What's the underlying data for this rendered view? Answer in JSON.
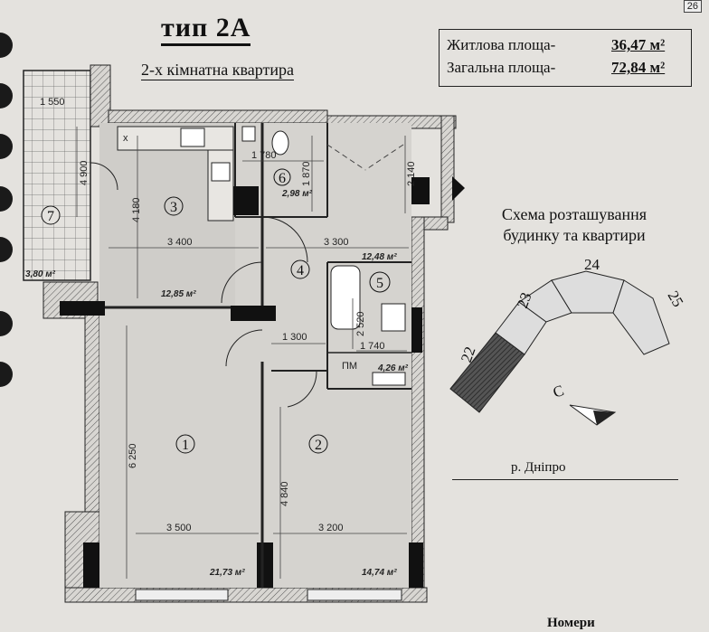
{
  "page_number": "26",
  "title": "тип 2А",
  "subtitle": "2-х кімнатна квартира",
  "areas": {
    "living_label": "Житлова площа-",
    "living_value": "36,47 м²",
    "total_label": "Загальна площа-",
    "total_value": "72,84 м²"
  },
  "rooms": [
    {
      "num": "1",
      "area": "21,73 м²"
    },
    {
      "num": "2",
      "area": "14,74 м²"
    },
    {
      "num": "3",
      "area": "12,85 м²"
    },
    {
      "num": "4",
      "area": "12,48 м²"
    },
    {
      "num": "5",
      "area": "4,26 м²"
    },
    {
      "num": "6",
      "area": "2,98 м²"
    },
    {
      "num": "7",
      "area": "3,80 м²"
    }
  ],
  "dimensions": [
    "1 550",
    "4 900",
    "4 180",
    "3 400",
    "3 300",
    "1 780",
    "1 870",
    "2 140",
    "1 300",
    "2 520",
    "1 740",
    "6 250",
    "4 840",
    "3 500",
    "3 200"
  ],
  "labels": {
    "pantry": "ПМ",
    "x_mark": "x"
  },
  "scheme": {
    "title_line1": "Схема розташування",
    "title_line2": "будинку та квартири",
    "sections": [
      "22",
      "23",
      "24",
      "25"
    ],
    "north": "С"
  },
  "river": "р. Дніпро",
  "bottom_label": "Номери"
}
